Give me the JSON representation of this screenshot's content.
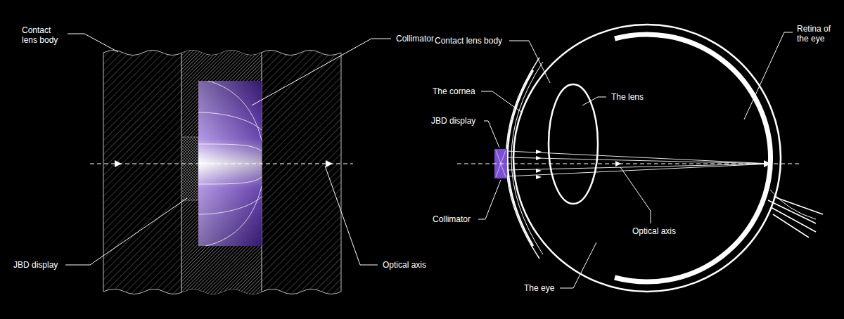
{
  "diagram": {
    "labels": [
      "Contact lens body",
      "Collimator",
      "JBD display",
      "Optical axis",
      "Contact lens body",
      "Retina of the eye",
      "The cornea",
      "The lens",
      "JBD display",
      "Collimator",
      "Optical axis",
      "The eye"
    ]
  }
}
